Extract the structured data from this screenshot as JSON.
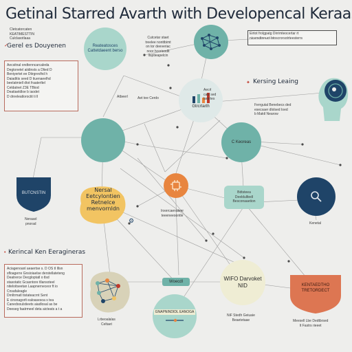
{
  "title": "Getinal Starred Avarth with Developencal Keraas",
  "top_left": {
    "lines": "Cletcatorcaten\nKEATIMESTTIN\nCulclasotlaaa",
    "subtitle": "Gerel es Douyenen"
  },
  "left_box": {
    "text": "Aecsitnal ondtenncarcaleda\nDegtonetel aiidinsts a Dlied D\nBeniyertet ee Dtirgrevlhd h\nDaiaditis seed D tiuenaeelhd\nbeelatmiell dtot fraaterltel\nCeldatnet Z3E TBtod\nDeatiaeldloe b iaodet\nD dnreleatloroctit ti ll"
  },
  "top_center": {
    "node_text": "Reateatosces\nCattetdaeent\nberso",
    "center_text": "Cutcetar staet\ntreelee nonttbimt\non tor deeveriac\nnoor hcorioodlt\nIlsptieapelcin",
    "plain": "Atbeerl"
  },
  "top_right": {
    "text": "Eirtot frolgpatg Dirrimteocertar rt\nnicemdtnnuct btoscrorsotrteesterrs"
  },
  "keras_learning": {
    "label": "Kersing Leaing"
  },
  "center": {
    "label_top": "Aet tee Cerdo",
    "label_node": "Gtrcrtarth",
    "side_text": "Ferrgutal Benebecs ded\nesecsaer dlolsed Ioed\nb Maktl Nearow",
    "mini": "Aecrl\ncaw sed\nlantrtes"
  },
  "nodes": {
    "keras": "C Keoreas",
    "butons": "BUTCNSTIN",
    "butons_caption": "Neraaol\npnorad",
    "neural": "Nersal\nEetcylontien\nRetnelce\nmenvornldn",
    "orange_caption": "Inxercaenaleer\nteeeneeoontle",
    "teal_box": "Bdtsteea\nDeeldulltedl\nBesconaaetion",
    "right_caption": "Kenetal",
    "wifo": "WIFO\nDarvoket\nNID",
    "keras_box": "KENTAEDTHO\nTRETORDECT",
    "keras_box_caption": "Meesell Lbe Dedtbrsed\nlt Fastrs rieeet",
    "wifo_caption": "NiF Stedh Geiuaie\nBeaetetaae"
  },
  "lower_section": {
    "heading": "Kerincal Ken Eeragineras",
    "text": "Aciagenoanl aeaertse s. D OS tI lllsn\nsfloagerre Gnsioiaelse derstellateteng\nDeatrerce Decgloptatl o tlsd\nstasotatic Gcasntore tllansoteel\nniteloitseetan Laapnerneceor ft io\nCnsafaleagle\nDrnltrmatl tistateacrnt Sent\nE cinsnagorlt ealoasesoa s tea\nCanedooulstieets aiadlosal  as be\nDeeseg faatrmeel deta aicteats a t a",
    "green_pill": "Woecdl",
    "circle_text": "GNAPNINDIDL\nEANOGA",
    "map_caption": "Lrbeoalalas\nCeltaet"
  },
  "colors": {
    "teal": "#6fb2a8",
    "teal_light": "#a9d6cb",
    "navy": "#1f4468",
    "orange": "#e8853f",
    "yellow": "#f2c462",
    "coral": "#dd7652",
    "cream": "#efedd4",
    "accent_red": "#c0392b"
  }
}
